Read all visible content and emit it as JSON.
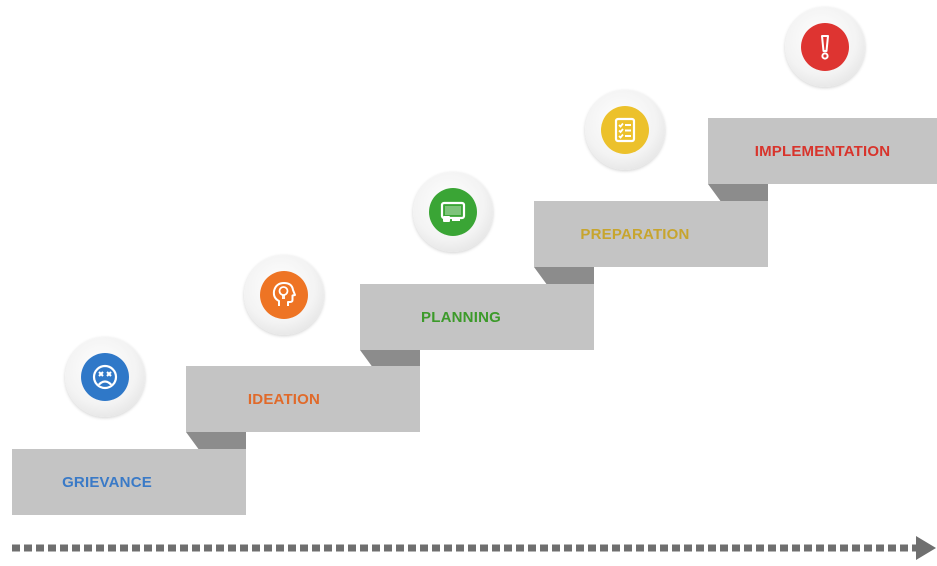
{
  "steps": [
    {
      "label": "GRIEVANCE",
      "color": "#3a7ac7",
      "icon": "sad-face-icon",
      "icon_bg": "#2f78c8"
    },
    {
      "label": "IDEATION",
      "color": "#e06a2a",
      "icon": "head-lightbulb-icon",
      "icon_bg": "#ee7424"
    },
    {
      "label": "PLANNING",
      "color": "#3c9a2a",
      "icon": "monitor-icon",
      "icon_bg": "#3aa535"
    },
    {
      "label": "PREPARATION",
      "color": "#c7a52e",
      "icon": "checklist-icon",
      "icon_bg": "#ecc12b"
    },
    {
      "label": "IMPLEMENTATION",
      "color": "#d8342c",
      "icon": "exclamation-icon",
      "icon_bg": "#de3431"
    }
  ],
  "colors": {
    "step_face": "#c4c4c4",
    "step_shadow": "#8c8c8c",
    "timeline": "#6f6f6f"
  }
}
